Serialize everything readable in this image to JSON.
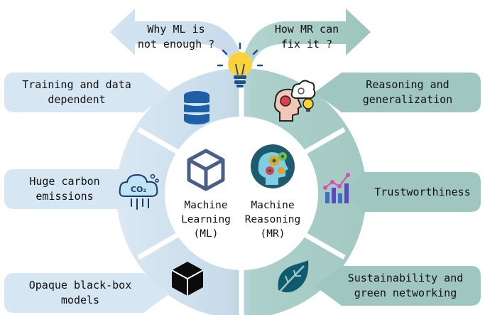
{
  "top_arrows": {
    "left": [
      "Why ML is",
      "not enough ?"
    ],
    "right": [
      "How MR can",
      "fix it ?"
    ]
  },
  "left_items": [
    {
      "lines": [
        "Training and data",
        "dependent"
      ],
      "icon": "database-icon"
    },
    {
      "lines": [
        "Huge carbon",
        "emissions"
      ],
      "icon": "co2-cloud-icon"
    },
    {
      "lines": [
        "Opaque black-box",
        "models"
      ],
      "icon": "black-box-icon"
    }
  ],
  "right_items": [
    {
      "lines": [
        "Reasoning and",
        "generalization"
      ],
      "icon": "head-ideas-icon"
    },
    {
      "lines": [
        "Trustworthiness"
      ],
      "icon": "rising-chart-icon"
    },
    {
      "lines": [
        "Sustainability and",
        "green networking"
      ],
      "icon": "leaf-icon"
    }
  ],
  "center": {
    "ml": [
      "Machine",
      "Learning",
      "(ML)"
    ],
    "mr": [
      "Machine",
      "Reasoning",
      "(MR)"
    ]
  },
  "colors": {
    "left_light": "#d6e6f2",
    "left_mid": "#c2d8e9",
    "right_mid": "#9fc6c0",
    "right_light": "#a8cfc7",
    "ml_icon": "#4a5f87",
    "mr_icon": "#1f5b6e"
  }
}
